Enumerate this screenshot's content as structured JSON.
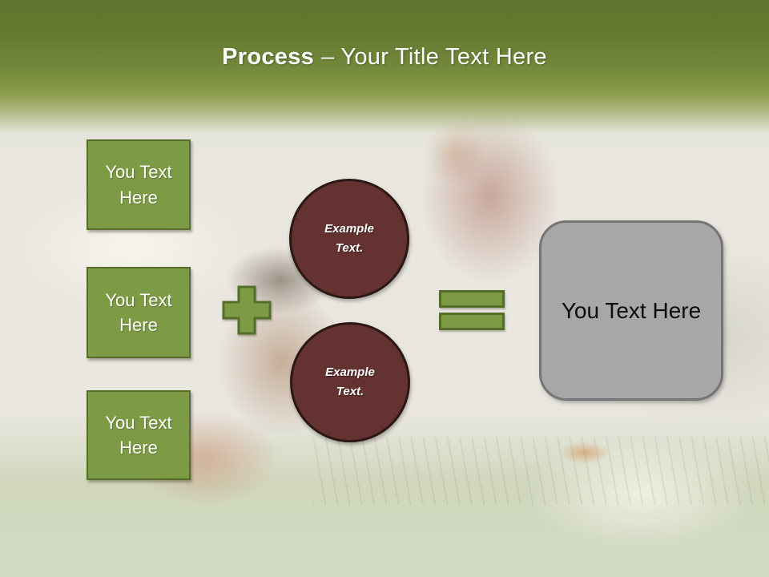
{
  "title": {
    "bold": "Process",
    "rest": "– Your Title Text Here"
  },
  "input_boxes": [
    {
      "label": "You Text Here"
    },
    {
      "label": "You Text Here"
    },
    {
      "label": "You Text Here"
    }
  ],
  "example_circles": [
    {
      "label": "Example Text."
    },
    {
      "label": "Example Text."
    }
  ],
  "operators": [
    {
      "icon": "plus-icon",
      "meaning": "plus"
    },
    {
      "icon": "equals-icon",
      "meaning": "equals"
    }
  ],
  "result_box": {
    "label": "You Text Here"
  },
  "colors": {
    "header_gradient_top": "#5d752c",
    "header_gradient_bottom": "#8f9f50",
    "shape_green_fill": "#7d9b45",
    "shape_green_border": "#566d2a",
    "circle_maroon_fill": "#643231",
    "circle_maroon_border": "#2d1715",
    "result_gray_fill": "#a7a7a7",
    "result_gray_border": "#757575",
    "title_text": "#ffffff",
    "box_text": "#ffffff",
    "result_text": "#000000"
  }
}
